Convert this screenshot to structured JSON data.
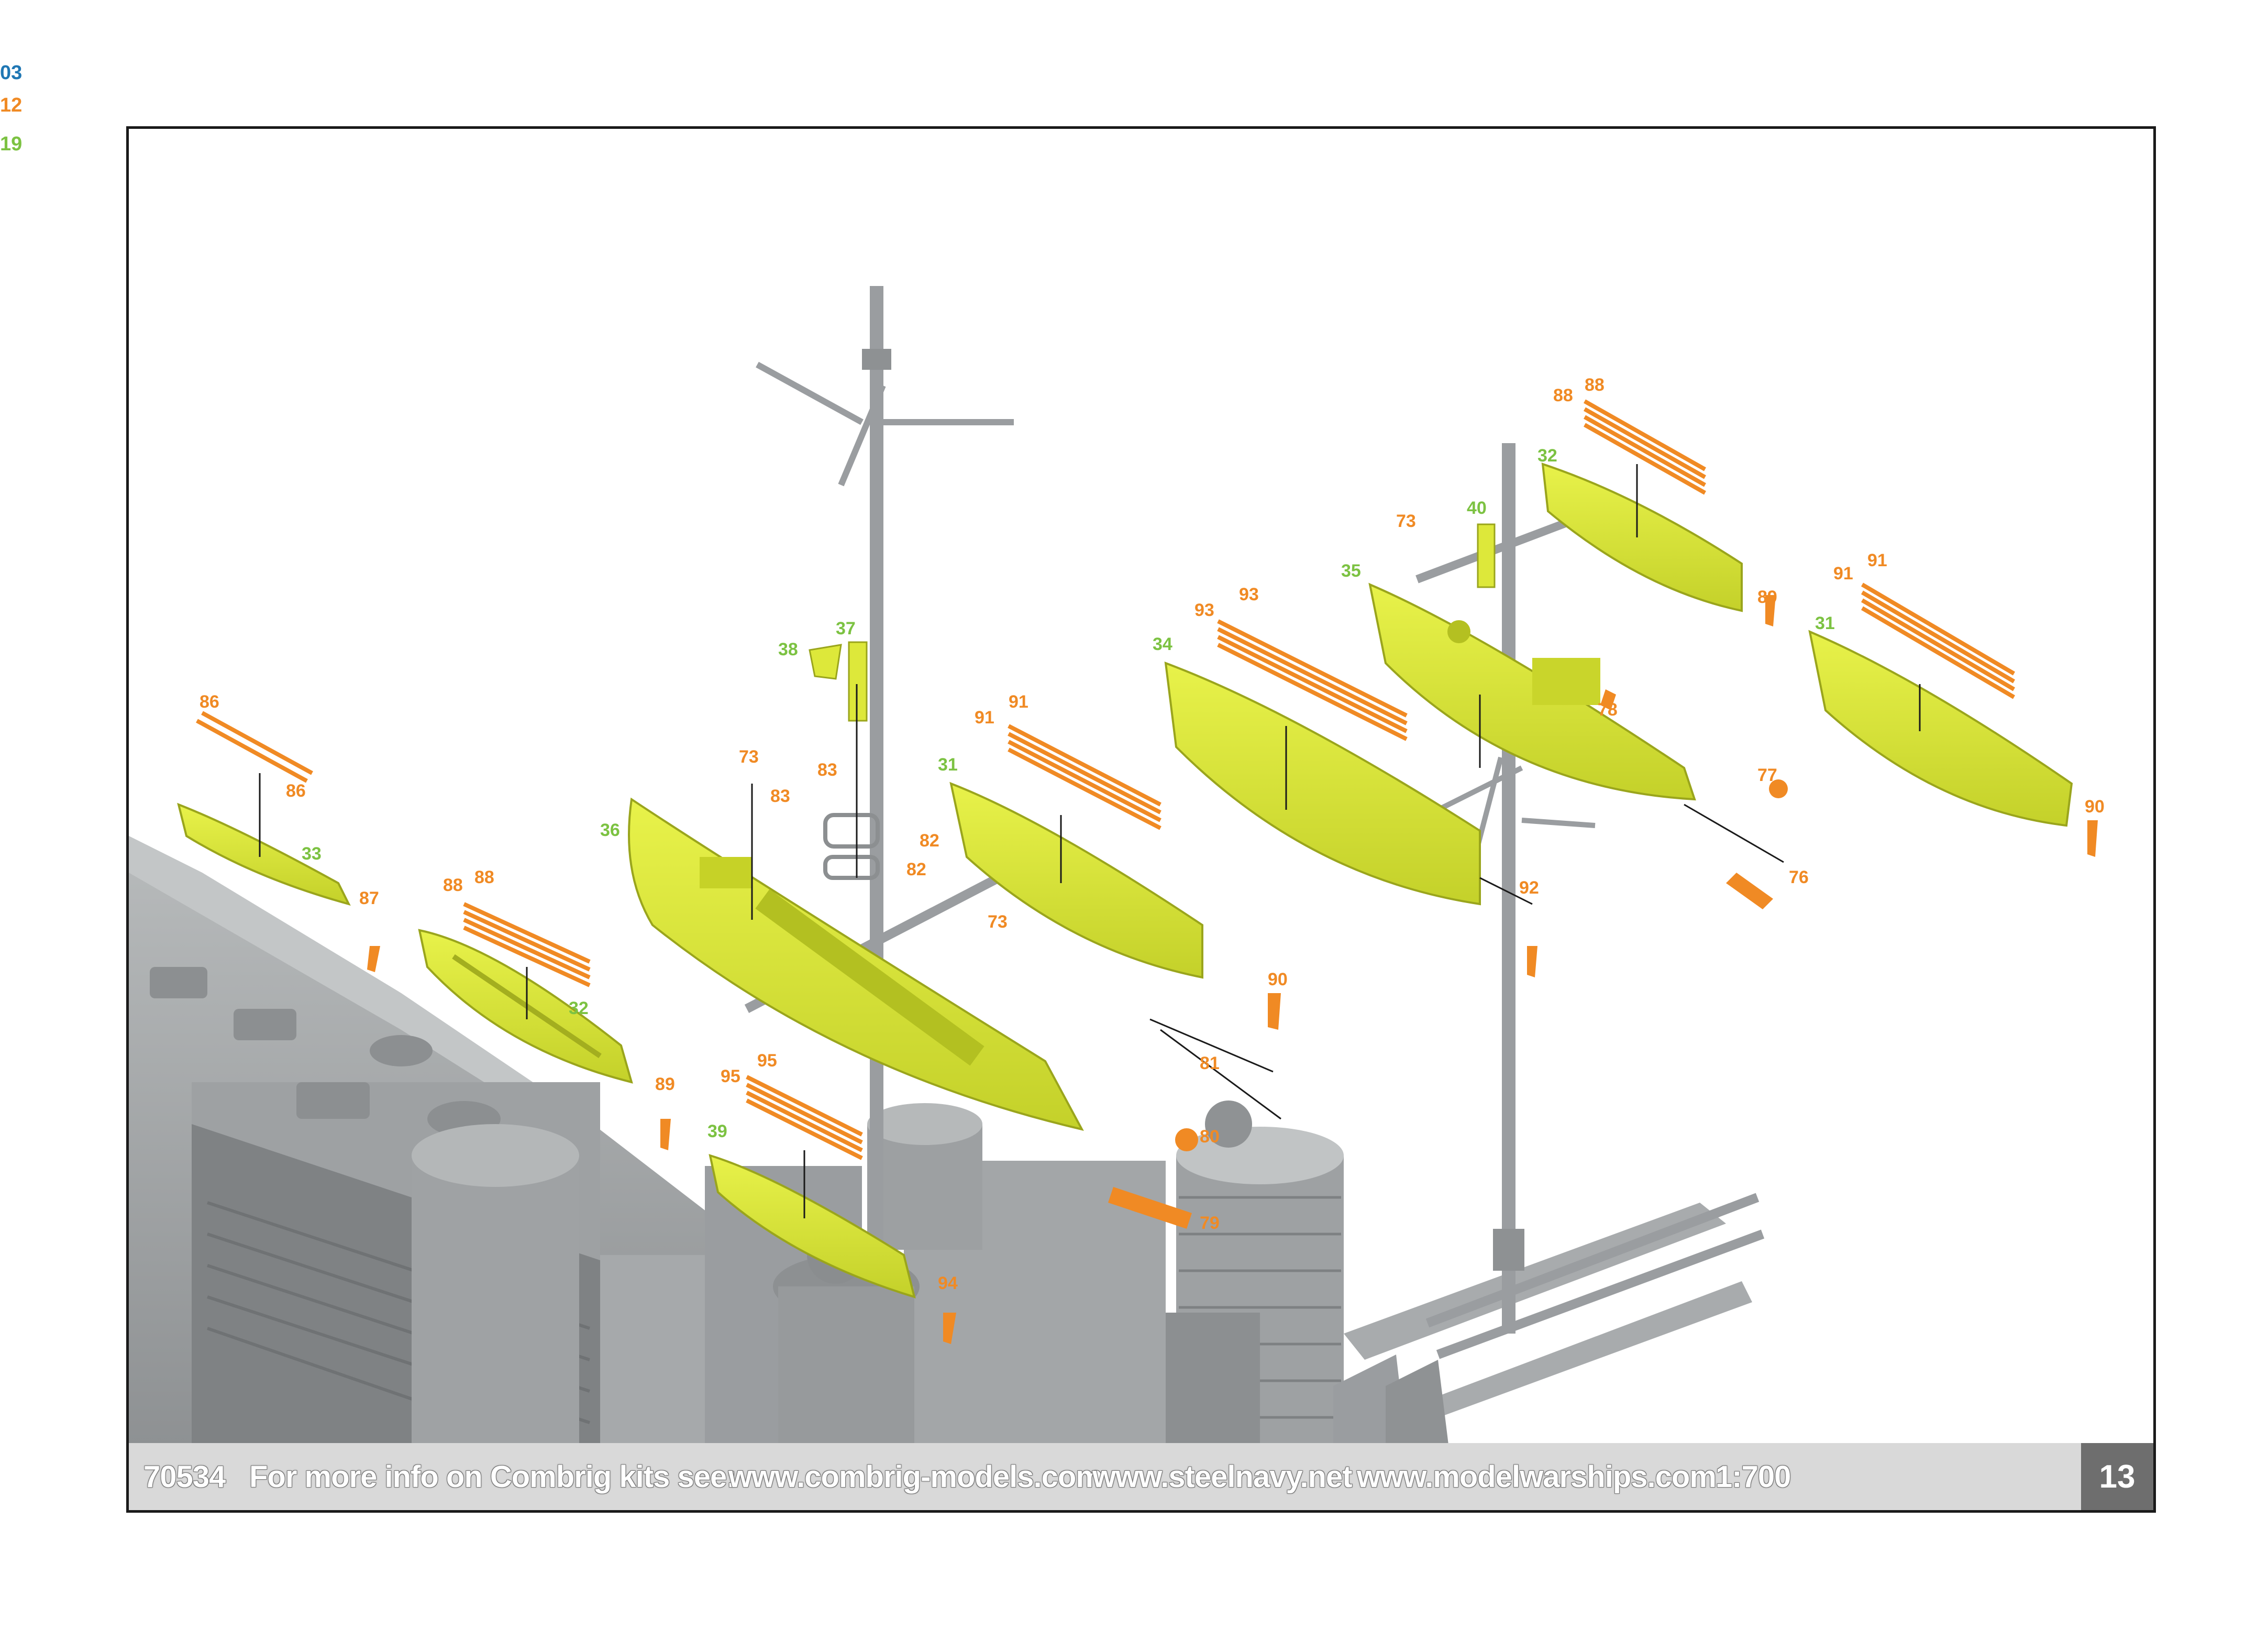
{
  "edge_codes": [
    {
      "text": "03",
      "color": "#1f77b4"
    },
    {
      "text": "12",
      "color": "#f08a24"
    },
    {
      "text": "19",
      "color": "#7cc242"
    }
  ],
  "colors": {
    "hull_grey": "#a9acad",
    "part_yellow": "#dde83a",
    "part_orange": "#f08a24",
    "label_green": "#7cc242",
    "label_orange": "#f08a24"
  },
  "parts": {
    "p86a": "86",
    "p86b": "86",
    "p33": "33",
    "p87": "87",
    "p88a": "88",
    "p88b": "88",
    "p32a": "32",
    "p89a": "89",
    "p95a": "95",
    "p95b": "95",
    "p39": "39",
    "p94": "94",
    "p36": "36",
    "p73a": "73",
    "p83a": "83",
    "p83b": "83",
    "p82a": "82",
    "p82b": "82",
    "p38": "38",
    "p37": "37",
    "p91a": "91",
    "p91b": "91",
    "p31a": "31",
    "p73b": "73",
    "p90a": "90",
    "p81": "81",
    "p80": "80",
    "p79": "79",
    "p93a": "93",
    "p93b": "93",
    "p34": "34",
    "p92": "92",
    "p35": "35",
    "p73c": "73",
    "p40": "40",
    "p78": "78",
    "p77": "77",
    "p76": "76",
    "p88c": "88",
    "p88d": "88",
    "p32b": "32",
    "p89b": "89",
    "p91c": "91",
    "p91d": "91",
    "p31b": "31",
    "p90b": "90"
  },
  "footer": {
    "kit_number": "70534",
    "info_text": "For more info on Combrig kits see:",
    "site1": "www.combrig-models.com",
    "site2": "www.steelnavy.net",
    "site3": "www.modelwarships.com",
    "scale": "1:700",
    "page_number": "13"
  }
}
